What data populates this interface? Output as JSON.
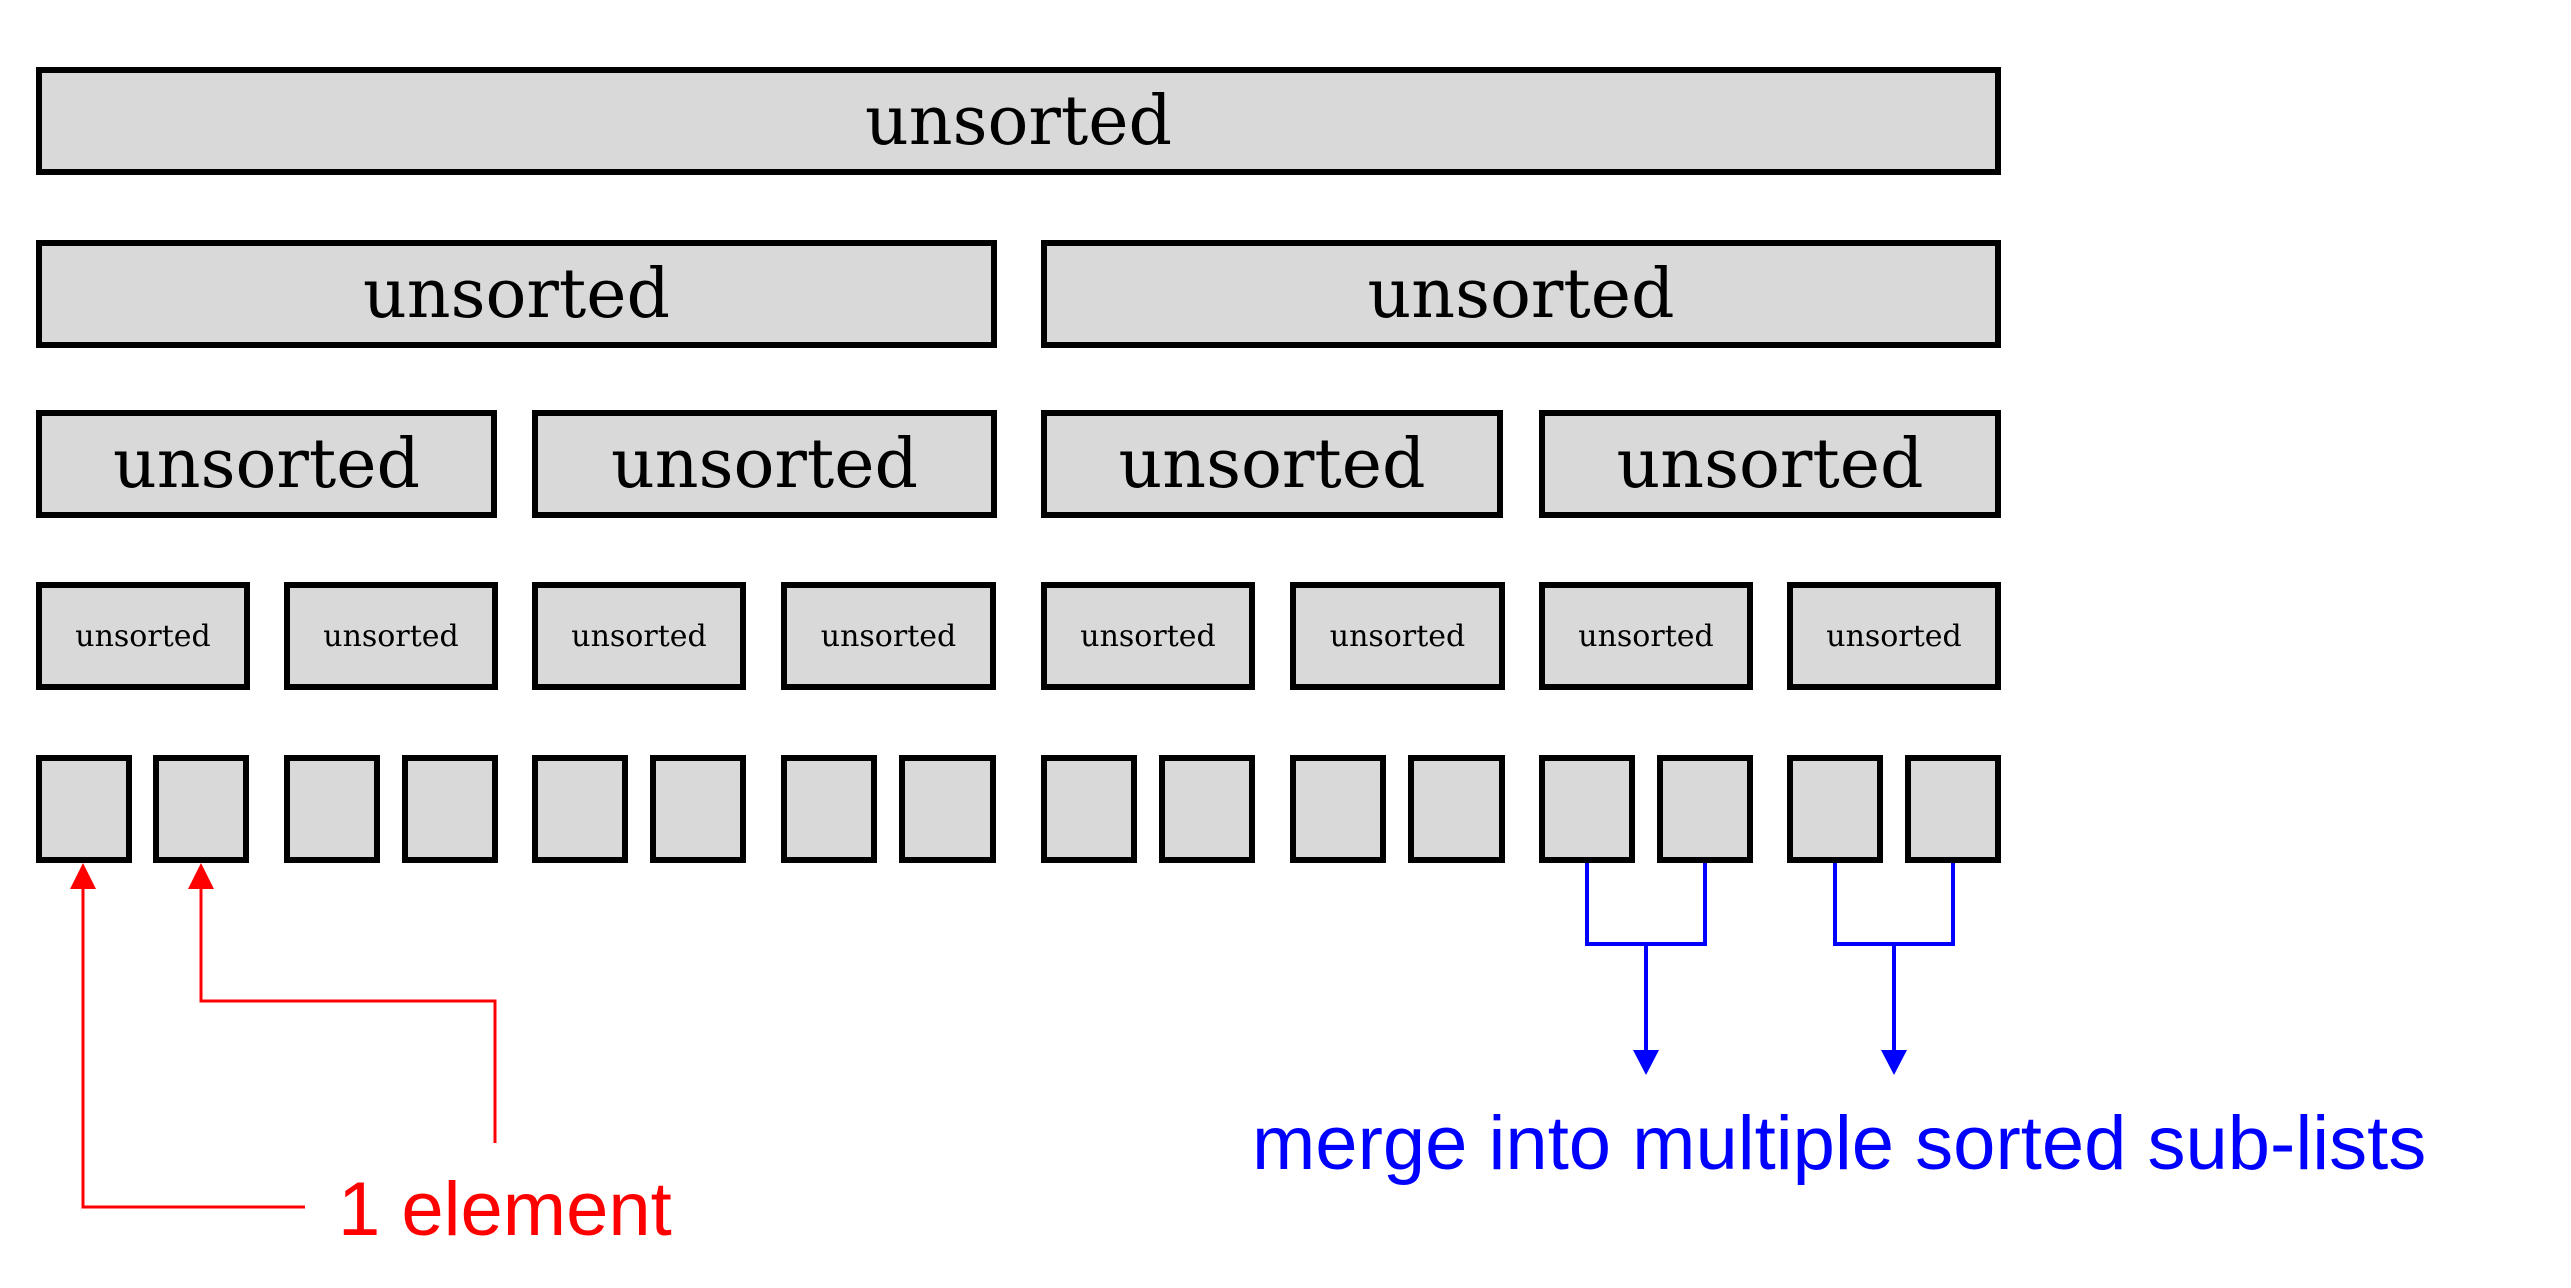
{
  "levels": [
    {
      "label": "unsorted",
      "count": 1
    },
    {
      "label": "unsorted",
      "count": 2
    },
    {
      "label": "unsorted",
      "count": 4
    },
    {
      "label": "unsorted",
      "count": 8
    },
    {
      "label": "",
      "count": 16
    }
  ],
  "annotations": {
    "single_element": "1 element",
    "merge": "merge into multiple sorted sub-lists"
  },
  "colors": {
    "box_fill": "#d9d9d9",
    "box_border": "#000000",
    "single_element_annotation": "#ff0000",
    "merge_annotation": "#0000ff"
  }
}
